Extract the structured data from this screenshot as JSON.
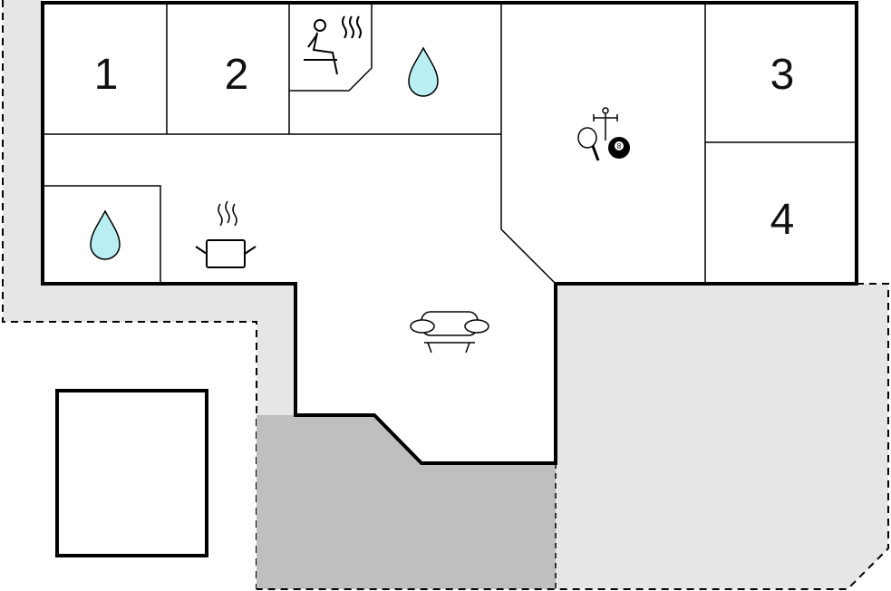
{
  "plan": {
    "rooms": [
      {
        "id": "bedroom-1",
        "label": "1"
      },
      {
        "id": "bedroom-2",
        "label": "2"
      },
      {
        "id": "bedroom-3",
        "label": "3"
      },
      {
        "id": "bedroom-4",
        "label": "4"
      }
    ],
    "icons": [
      "sauna-icon",
      "bathroom-water-drop-icon",
      "bathroom-water-drop-icon",
      "kitchen-pot-icon",
      "sofa-icon",
      "games-room-icon"
    ],
    "colors": {
      "wall": "#000000",
      "terrace_light": "#e6e6e6",
      "terrace_dark": "#bfbfbf",
      "water": "#b9eff3"
    }
  }
}
